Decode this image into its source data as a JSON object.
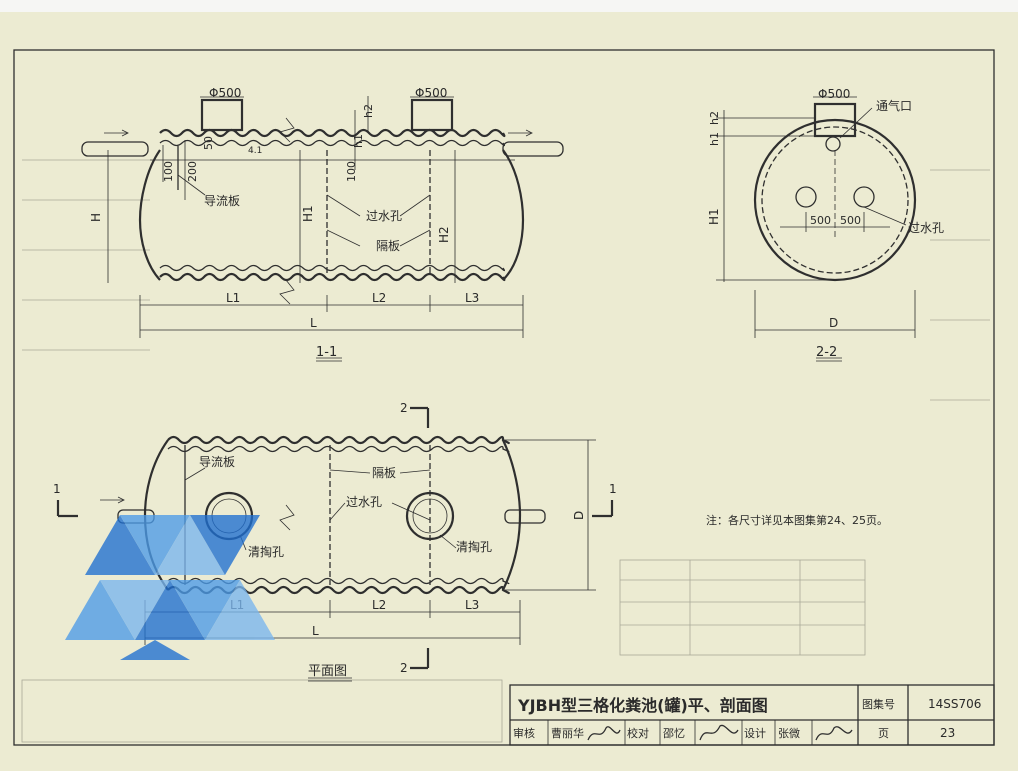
{
  "title": "YJBH型三格化粪池(罐)平、剖面图",
  "atlas_label": "图集号",
  "atlas_no": "14SS706",
  "page_label": "页",
  "page_no": "23",
  "signatures": [
    "审核",
    "曹丽华",
    "校对",
    "邵忆",
    "设计",
    "张微"
  ],
  "signature_marks": [
    "曹丽华",
    "邵忆",
    "张微"
  ],
  "note": "注：各尺寸详见本图集第24、25页。",
  "section_11": {
    "label": "1-1",
    "phi_left": "Φ500",
    "phi_right": "Φ500",
    "dims": [
      "50",
      "100",
      "200",
      "100",
      "h2",
      "h1",
      "H",
      "H1",
      "H2",
      "L1",
      "L2",
      "L3",
      "L"
    ],
    "callouts": [
      "导流板",
      "过水孔",
      "隔板"
    ]
  },
  "section_22": {
    "label": "2-2",
    "phi": "Φ500",
    "vent": "通气口",
    "dims": [
      "h2",
      "h1",
      "H1",
      "500",
      "500",
      "D"
    ],
    "hole": "过水孔"
  },
  "plan": {
    "label": "平面图",
    "callouts": [
      "导流板",
      "隔板",
      "过水孔",
      "清掏孔",
      "清掏孔"
    ],
    "dims": [
      "L1",
      "L2",
      "L3",
      "L",
      "D"
    ],
    "marks": [
      "1",
      "1",
      "2",
      "2"
    ]
  },
  "colors": {
    "paper": "#ecebd2",
    "line": "#2f2f2f",
    "watermark": "#3b82d6"
  }
}
